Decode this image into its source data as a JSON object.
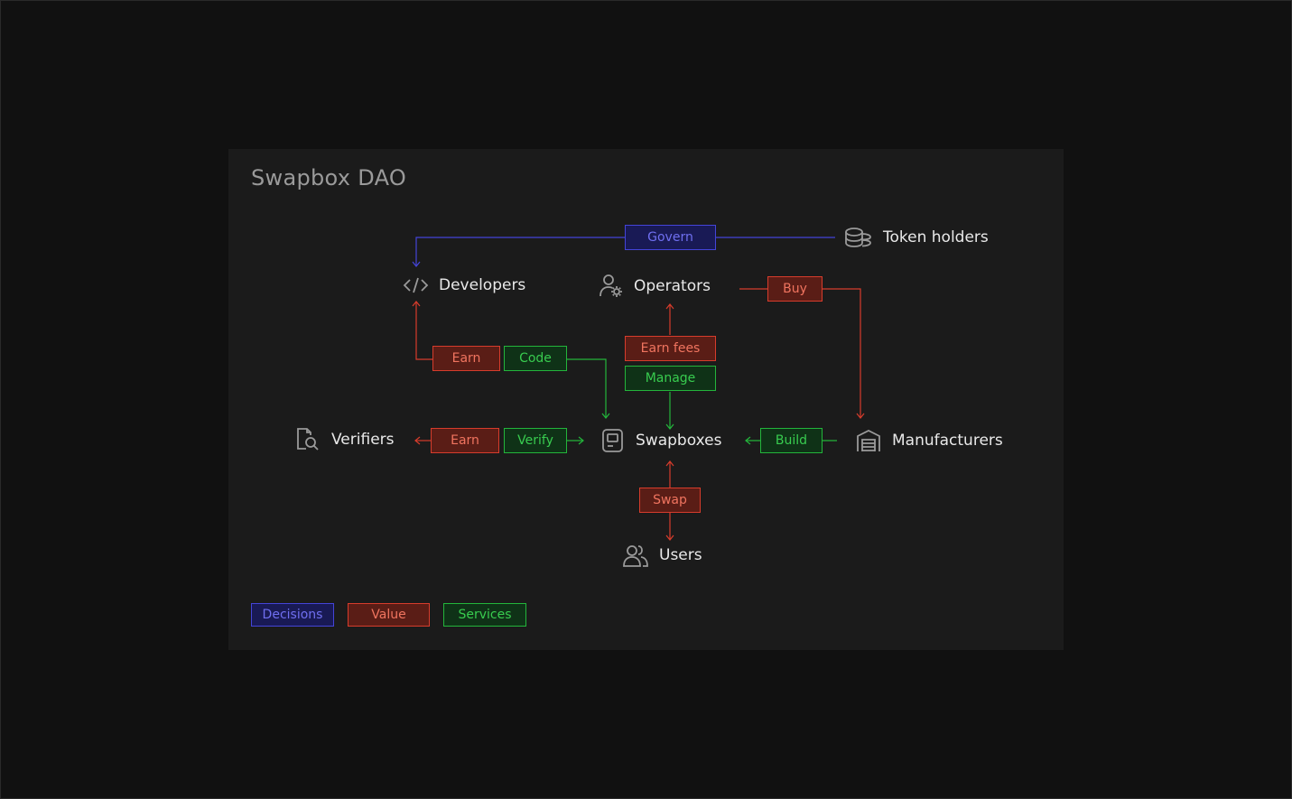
{
  "title": "Swapbox DAO",
  "colors": {
    "decisions": "#4444d8",
    "value": "#d73c2c",
    "services": "#23b53b",
    "background": "#111111",
    "panel": "#1b1b1b"
  },
  "nodes": {
    "token_holders": {
      "label": "Token holders",
      "icon": "coins-icon"
    },
    "developers": {
      "label": "Developers",
      "icon": "code-icon"
    },
    "operators": {
      "label": "Operators",
      "icon": "user-gear-icon"
    },
    "verifiers": {
      "label": "Verifiers",
      "icon": "document-search-icon"
    },
    "swapboxes": {
      "label": "Swapboxes",
      "icon": "atm-machine-icon"
    },
    "manufacturers": {
      "label": "Manufacturers",
      "icon": "warehouse-icon"
    },
    "users": {
      "label": "Users",
      "icon": "users-icon"
    }
  },
  "edges": {
    "govern": "Govern",
    "buy": "Buy",
    "earn_developers": "Earn",
    "code": "Code",
    "earn_fees": "Earn fees",
    "manage": "Manage",
    "earn_verifiers": "Earn",
    "verify": "Verify",
    "build": "Build",
    "swap": "Swap"
  },
  "legend": {
    "decisions": "Decisions",
    "value": "Value",
    "services": "Services"
  }
}
